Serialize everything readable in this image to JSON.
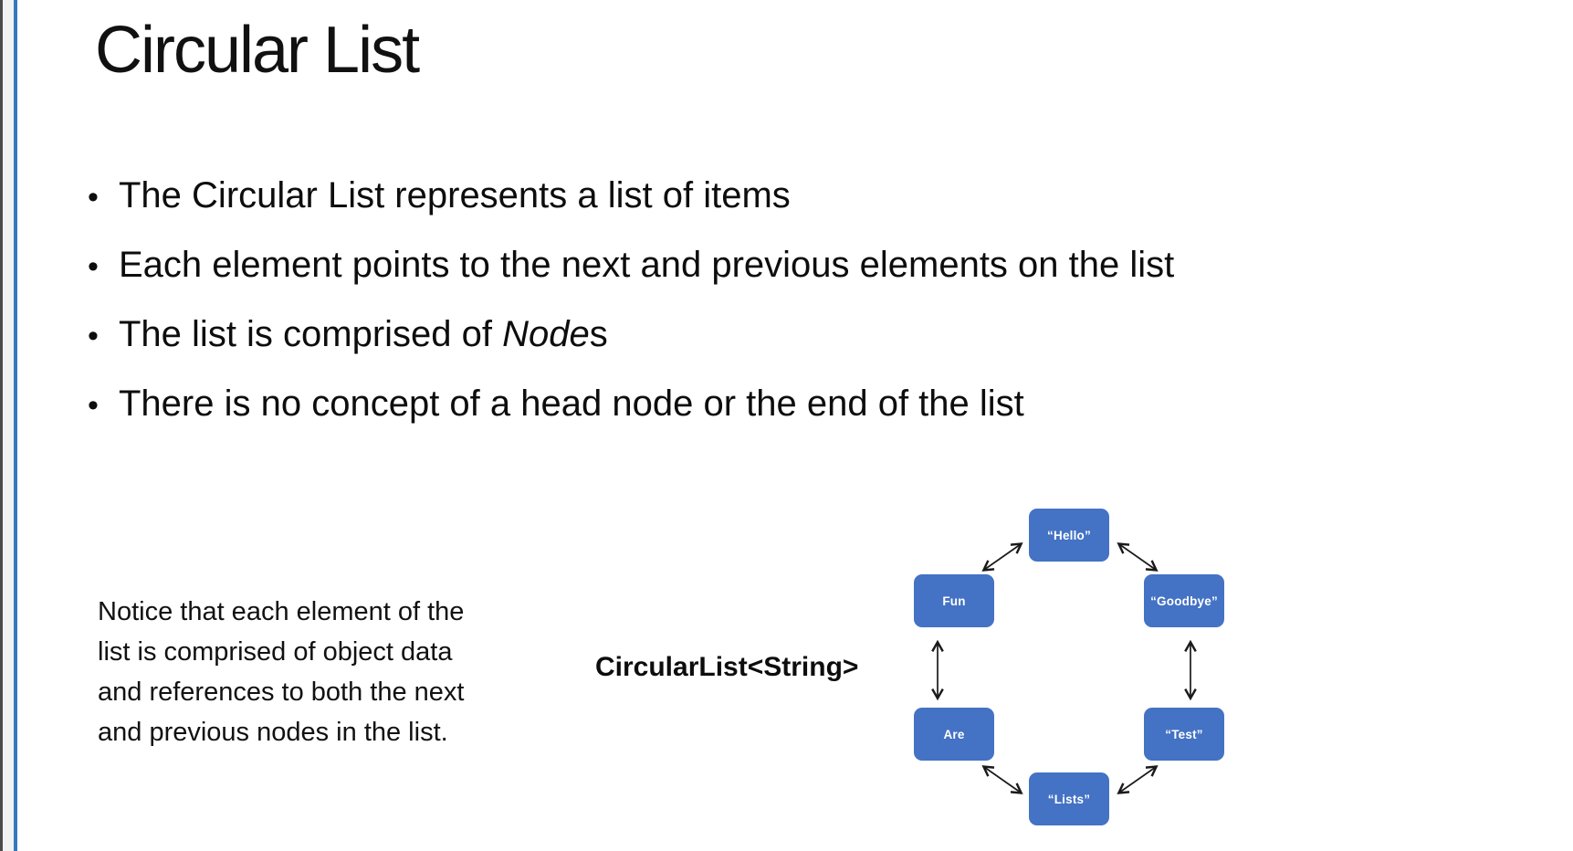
{
  "window": {
    "edge_colors": {
      "outer": "#4b4b4b",
      "gutter": "#f2f2f2",
      "accent": "#3579bd"
    }
  },
  "slide": {
    "title": "Circular List",
    "bullet_char": "•",
    "bullets": [
      {
        "pre": "The Circular List represents a list of items",
        "italic": "",
        "post": ""
      },
      {
        "pre": "Each element points to the next and previous elements on the list",
        "italic": "",
        "post": ""
      },
      {
        "pre": "The list is comprised of ",
        "italic": "Node",
        "post": "s"
      },
      {
        "pre": "There is no concept of a head node or the end of the list",
        "italic": "",
        "post": ""
      }
    ],
    "note_lines": [
      "Notice that each element of the",
      "list is comprised of object data",
      "and references to both the next",
      "and previous nodes in the list."
    ],
    "diagram_label": "CircularList<String>",
    "diagram": {
      "node_color": "#4472c4",
      "node_text_color": "#ffffff",
      "arrow_color": "#1a1a1a",
      "nodes": [
        {
          "id": "hello",
          "label": "“Hello”"
        },
        {
          "id": "fun",
          "label": "Fun"
        },
        {
          "id": "goodbye",
          "label": "“Goodbye”"
        },
        {
          "id": "are",
          "label": "Are"
        },
        {
          "id": "test",
          "label": "“Test”"
        },
        {
          "id": "lists",
          "label": "“Lists”"
        }
      ],
      "connections": [
        "fun-hello",
        "hello-goodbye",
        "goodbye-test",
        "fun-are",
        "are-lists",
        "test-lists"
      ]
    }
  }
}
